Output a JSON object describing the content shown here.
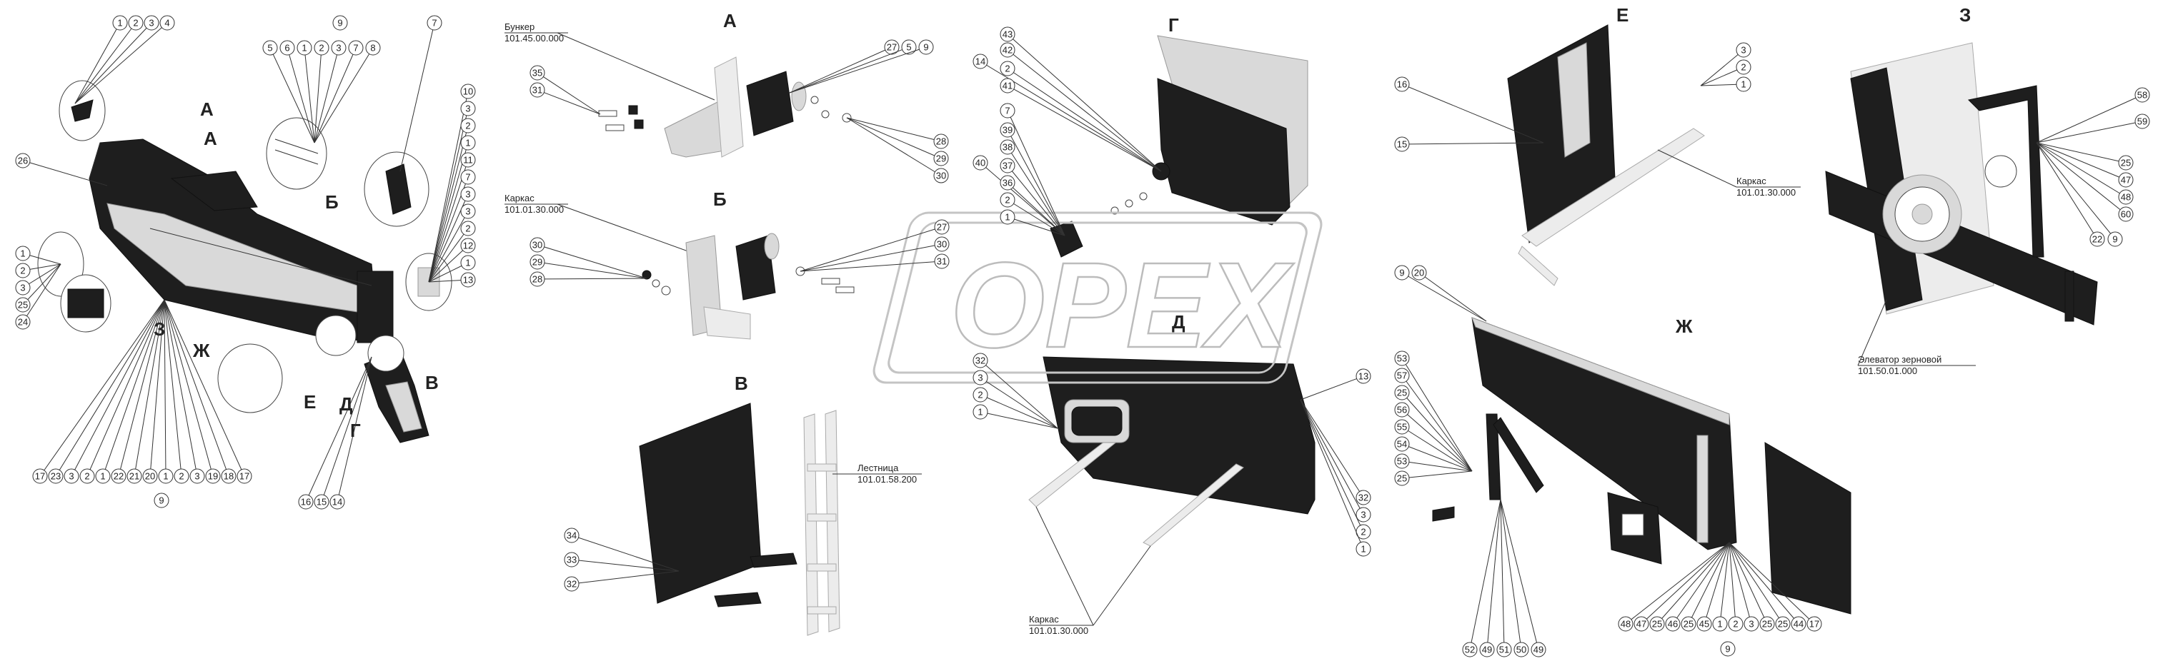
{
  "watermark": {
    "text": "OPEX"
  },
  "views": [
    {
      "id": "main",
      "title": "",
      "captions": []
    },
    {
      "id": "A",
      "title": "А",
      "captions": [
        {
          "name": "Бункер",
          "code": "101.45.00.000"
        }
      ]
    },
    {
      "id": "B",
      "title": "Б",
      "captions": [
        {
          "name": "Каркас",
          "code": "101.01.30.000"
        }
      ]
    },
    {
      "id": "V",
      "title": "В",
      "captions": [
        {
          "name": "Лестница",
          "code": "101.01.58.200"
        }
      ]
    },
    {
      "id": "G",
      "title": "Г",
      "captions": []
    },
    {
      "id": "D",
      "title": "Д",
      "captions": [
        {
          "name": "Каркас",
          "code": "101.01.30.000"
        }
      ]
    },
    {
      "id": "E",
      "title": "Е",
      "captions": [
        {
          "name": "Каркас",
          "code": "101.01.30.000"
        }
      ]
    },
    {
      "id": "Zh",
      "title": "Ж",
      "captions": []
    },
    {
      "id": "Z",
      "title": "З",
      "captions": [
        {
          "name": "Элеватор зерновой",
          "code": "101.50.01.000"
        }
      ]
    }
  ],
  "main_view_markers": [
    "А",
    "А",
    "Б",
    "З",
    "Ж",
    "Е",
    "Д",
    "Г",
    "В"
  ],
  "callouts": {
    "main_top_left": [
      "1",
      "2",
      "3",
      "4"
    ],
    "main_top_group9": [
      "9"
    ],
    "main_top_group9_items": [
      "5",
      "6",
      "1",
      "2",
      "3",
      "7",
      "8"
    ],
    "main_top_right": [
      "7"
    ],
    "main_left": [
      "26"
    ],
    "main_left_stack": [
      "1",
      "2",
      "3",
      "25",
      "24"
    ],
    "main_right_stack": [
      "10",
      "3",
      "2",
      "1",
      "11",
      "7",
      "3",
      "3",
      "2",
      "12",
      "1",
      "13"
    ],
    "main_bottom_group": [
      "17",
      "23",
      "3",
      "2",
      "1",
      "22",
      "21",
      "20",
      "1",
      "2",
      "3",
      "19",
      "18",
      "17"
    ],
    "main_bottom_group_total": [
      "9"
    ],
    "main_bottom_right": [
      "16",
      "15",
      "14"
    ],
    "a_left": [
      "35",
      "31"
    ],
    "a_top_right": [
      "27",
      "5",
      "9"
    ],
    "a_right": [
      "28",
      "29",
      "30"
    ],
    "b_left": [
      "30",
      "29",
      "28"
    ],
    "b_right": [
      "27",
      "30",
      "31"
    ],
    "v_left": [
      "34",
      "33",
      "32"
    ],
    "g_left_top": [
      "14",
      "43",
      "42",
      "2",
      "41"
    ],
    "g_left_bottom": [
      "40",
      "7",
      "39",
      "38",
      "37",
      "36",
      "2",
      "1"
    ],
    "d_left": [
      "32",
      "3",
      "2",
      "1"
    ],
    "d_right": [
      "13",
      "32",
      "3",
      "2",
      "1"
    ],
    "e_left": [
      "16",
      "15"
    ],
    "e_right": [
      "3",
      "2",
      "1"
    ],
    "zh_top": [
      "9",
      "20"
    ],
    "zh_left": [
      "53",
      "57",
      "25",
      "56",
      "55",
      "54",
      "53",
      "25"
    ],
    "zh_bottom_left": [
      "52",
      "49",
      "51",
      "50",
      "49"
    ],
    "zh_bottom_right": [
      "48",
      "47",
      "25",
      "46",
      "25",
      "45",
      "1",
      "2",
      "3",
      "25",
      "25",
      "44",
      "17"
    ],
    "zh_bottom_total": [
      "9"
    ],
    "z_right": [
      "58",
      "59",
      "25",
      "47",
      "48",
      "60",
      "22",
      "9"
    ]
  },
  "colors": {
    "part": "#1e1e1e",
    "frame": "#d9d9d9",
    "line": "#333333",
    "watermark": "#bcbcbc"
  }
}
